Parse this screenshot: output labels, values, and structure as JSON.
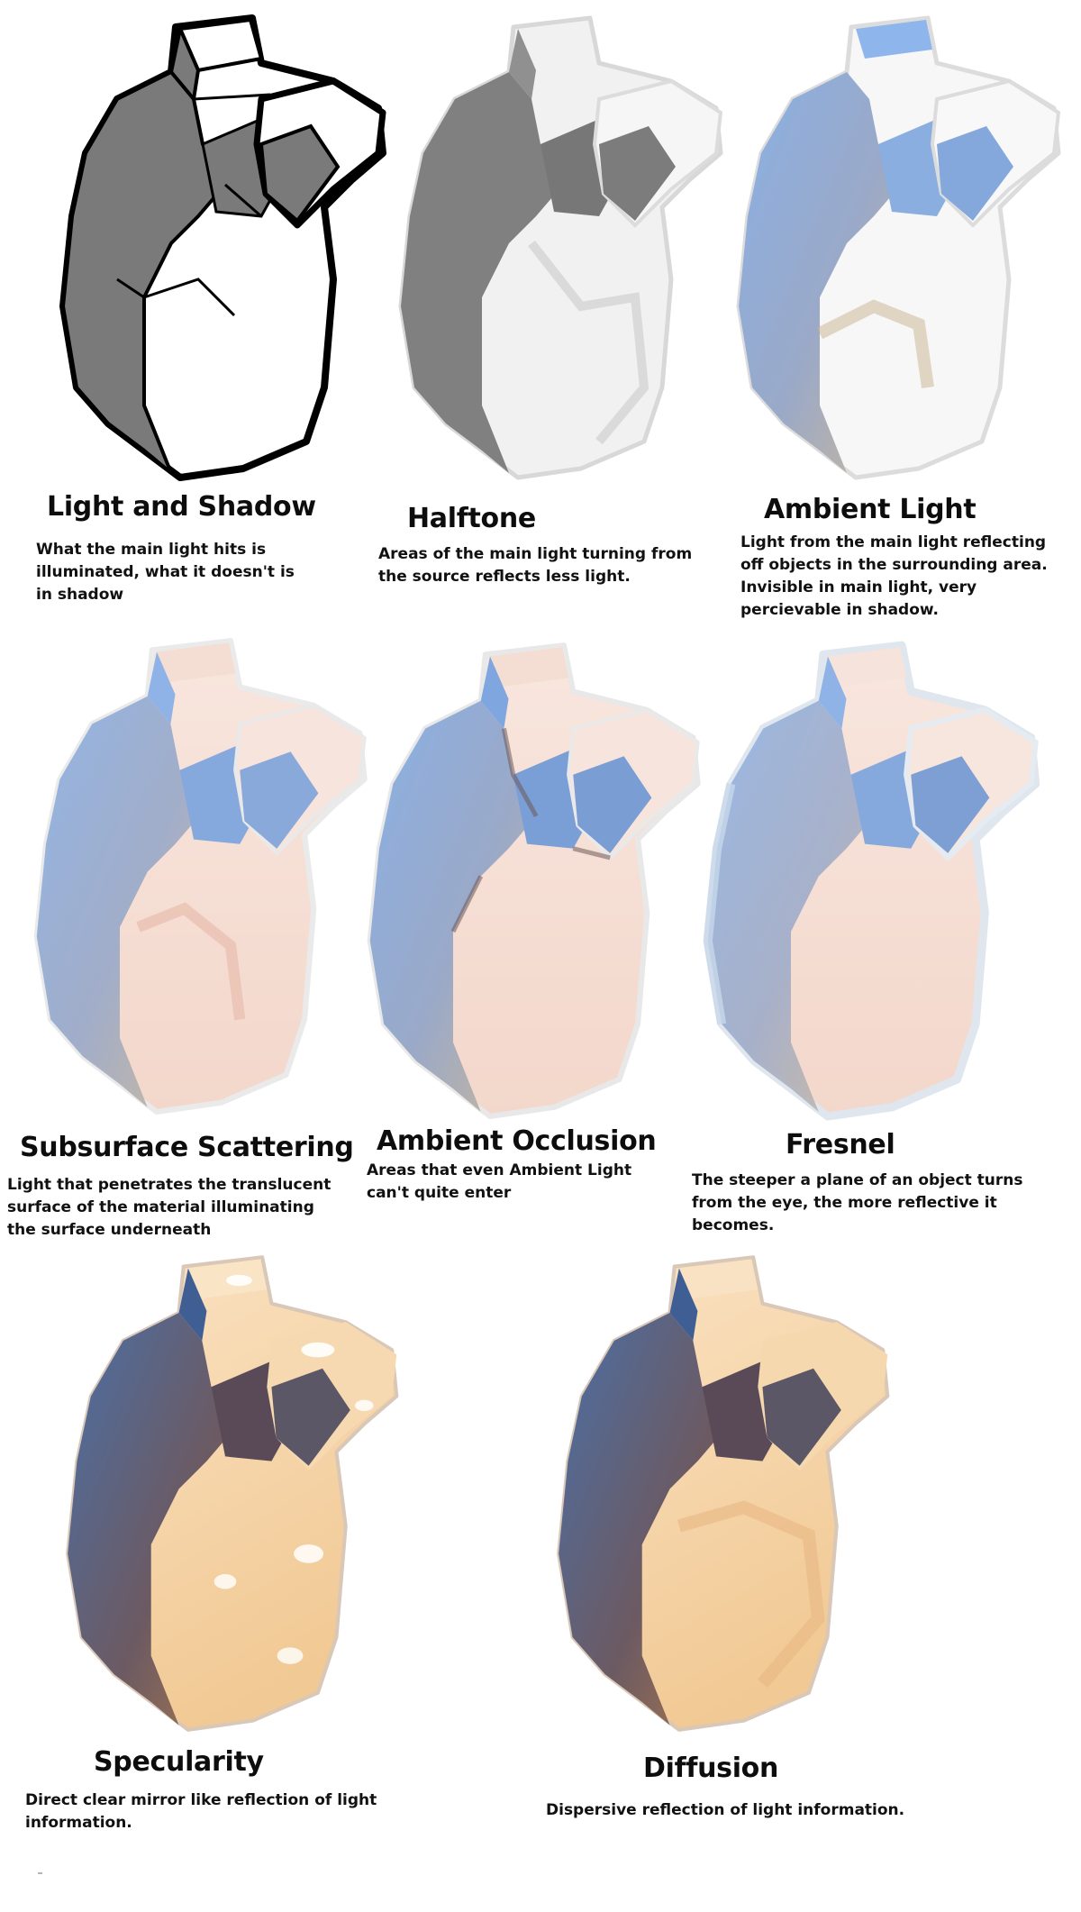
{
  "panels": [
    {
      "title": "Light and Shadow",
      "description": "What the main light hits is illuminated, what it doesn't is in shadow",
      "style": "line-art"
    },
    {
      "title": "Halftone",
      "description": "Areas of the main light turning from the source reflects less light.",
      "style": "grayscale"
    },
    {
      "title": "Ambient Light",
      "description": "Light from the main light reflecting off objects in the surrounding area. Invisible in main light, very percievable in shadow.",
      "style": "ambient"
    },
    {
      "title": "Subsurface Scattering",
      "description": "Light that penetrates the translucent surface of the material illuminating the surface underneath",
      "style": "subsurface"
    },
    {
      "title": "Ambient Occlusion",
      "description": "Areas that even Ambient Light can't quite enter",
      "style": "occlusion"
    },
    {
      "title": "Fresnel",
      "description": "The steeper a plane of an object turns from the eye, the more reflective it becomes.",
      "style": "fresnel"
    },
    {
      "title": "Specularity",
      "description": "Direct clear mirror like reflection of light information.",
      "style": "specular"
    },
    {
      "title": "Diffusion",
      "description": "Dispersive reflection of light information.",
      "style": "diffuse"
    }
  ],
  "colors": {
    "background": "#ffffff",
    "text": "#111111",
    "shadow_gray": "#7a7a7a",
    "ambient_blue": "#7f9fd0",
    "skin_light": "#f6ded2",
    "skin_warm": "#f3cfa0",
    "shadow_brown": "#6b4d3f"
  }
}
